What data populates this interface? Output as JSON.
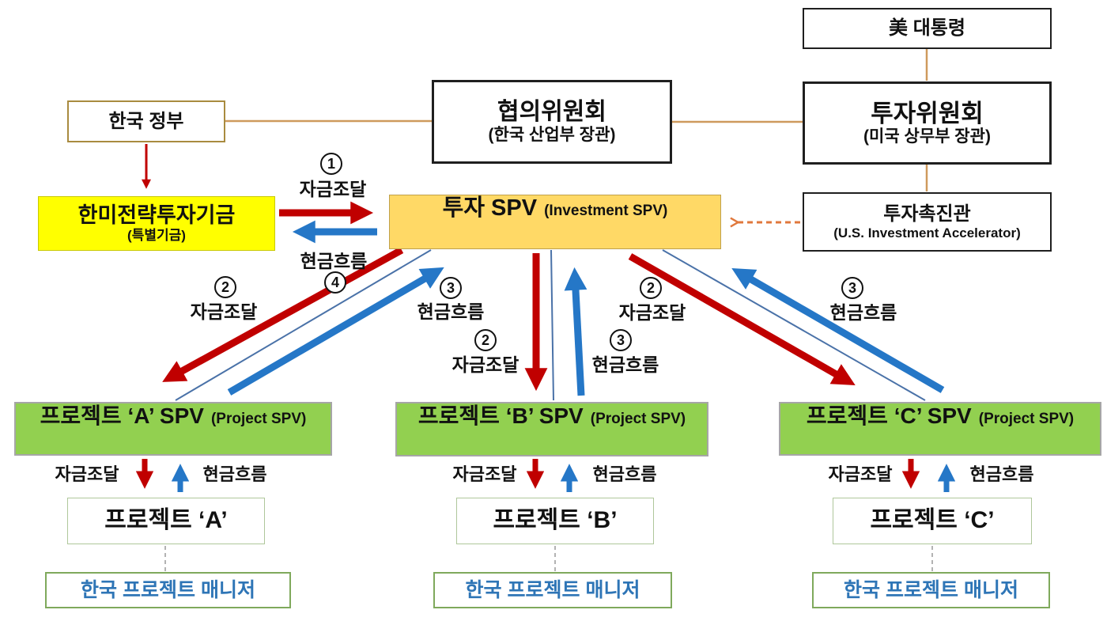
{
  "boxes": {
    "us_president": {
      "label": "美 대통령"
    },
    "consultation_committee": {
      "title": "협의위원회",
      "subtitle": "(한국 산업부 장관)"
    },
    "investment_committee": {
      "title": "투자위원회",
      "subtitle": "(미국 상무부 장관)"
    },
    "korean_government": {
      "label": "한국 정부"
    },
    "strategic_fund": {
      "title": "한미전략투자기금",
      "subtitle": "(특별기금)"
    },
    "investment_spv": {
      "title": "투자 SPV",
      "subtitle": "(Investment SPV)"
    },
    "investment_accelerator": {
      "title": "투자촉진관",
      "subtitle": "(U.S. Investment Accelerator)"
    }
  },
  "flows": {
    "step1": {
      "num": "1",
      "label": "자금조달"
    },
    "step4": {
      "num": "4",
      "label": "현금흐름"
    },
    "left": {
      "funding_num": "2",
      "funding_label": "자금조달",
      "cash_num": "3",
      "cash_label": "현금흐름"
    },
    "middle": {
      "funding_num": "2",
      "funding_label": "자금조달",
      "cash_num": "3",
      "cash_label": "현금흐름"
    },
    "right": {
      "funding_num": "2",
      "funding_label": "자금조달",
      "cash_num": "3",
      "cash_label": "현금흐름"
    }
  },
  "projects": [
    {
      "spv_title": "프로젝트 ‘A’ SPV",
      "spv_subtitle": "(Project SPV)",
      "funding_label": "자금조달",
      "cash_label": "현금흐름",
      "name": "프로젝트 ‘A’",
      "manager_label": "한국 프로젝트 매니저"
    },
    {
      "spv_title": "프로젝트 ‘B’ SPV",
      "spv_subtitle": "(Project SPV)",
      "funding_label": "자금조달",
      "cash_label": "현금흐름",
      "name": "프로젝트 ‘B’",
      "manager_label": "한국 프로젝트 매니저"
    },
    {
      "spv_title": "프로젝트 ‘C’ SPV",
      "spv_subtitle": "(Project SPV)",
      "funding_label": "자금조달",
      "cash_label": "현금흐름",
      "name": "프로젝트 ‘C’",
      "manager_label": "한국 프로젝트 매니저"
    }
  ],
  "colors": {
    "funding_arrow": "#c00000",
    "cashflow_arrow": "#2577c7",
    "fund_bg": "#ffff00",
    "spv_bg": "#ffd966",
    "project_spv_bg": "#92d050",
    "manager_text": "#2e75b6",
    "org_connector": "#ce9a5d",
    "accelerator_dashed": "#e0783c"
  }
}
